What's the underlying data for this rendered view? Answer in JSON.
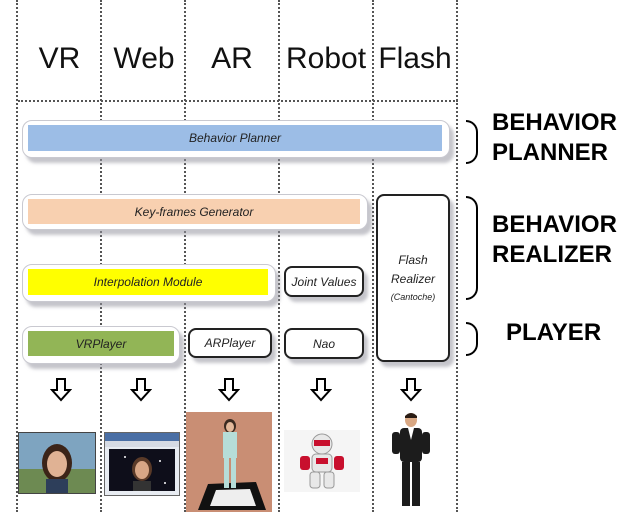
{
  "columns": [
    "VR",
    "Web",
    "AR",
    "Robot",
    "Flash"
  ],
  "levels": {
    "behavior_planner": [
      "BEHAVIOR",
      "PLANNER"
    ],
    "behavior_realizer": [
      "BEHAVIOR",
      "REALIZER"
    ],
    "player": "PLAYER"
  },
  "boxes": {
    "behavior_planner": "Behavior Planner",
    "keyframes_generator": "Key-frames Generator",
    "interpolation_module": "Interpolation Module",
    "joint_values": "Joint Values",
    "flash_realizer": [
      "Flash",
      "Realizer"
    ],
    "flash_realizer_sub": "(Cantoche)",
    "vrplayer": "VRPlayer",
    "arplayer": "ARPlayer",
    "nao": "Nao"
  },
  "colors": {
    "behavior_planner_fill": "#9cbde6",
    "keyframes_fill": "#f8d0b0",
    "interpolation_fill": "#ffff00",
    "vrplayer_fill": "#92b556"
  }
}
